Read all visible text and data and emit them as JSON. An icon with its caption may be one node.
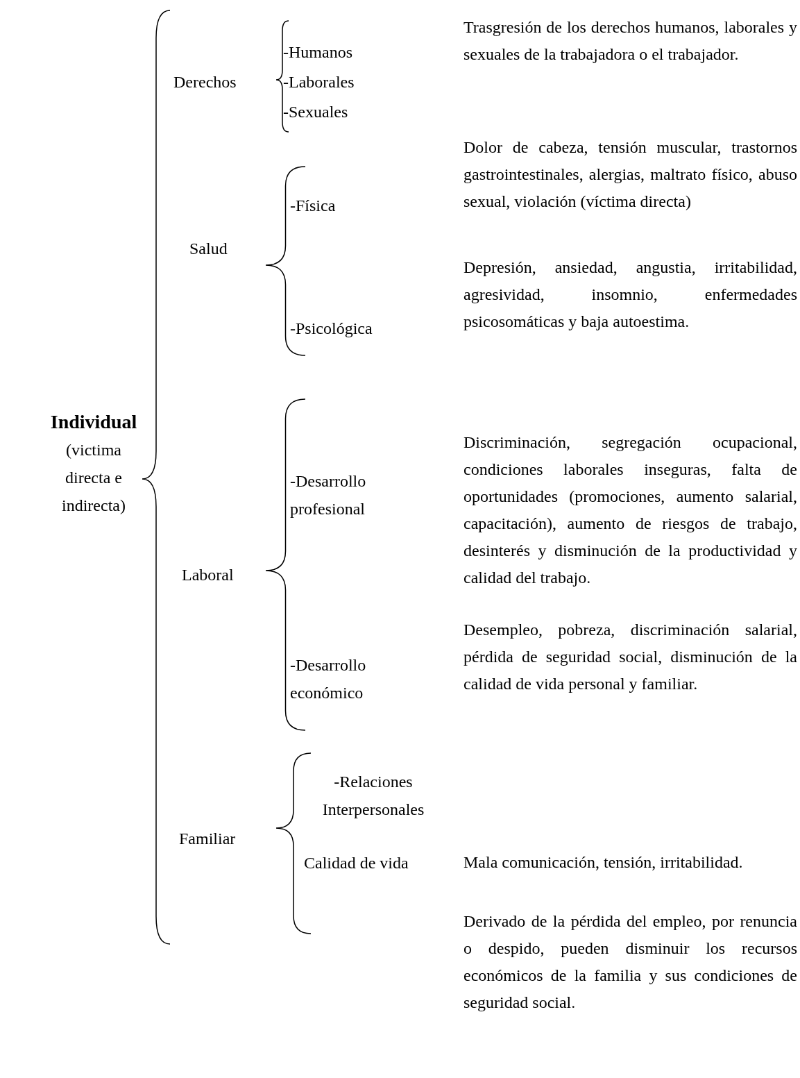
{
  "diagram": {
    "labels": [
      "Individual",
      "(victima directa e indirecta)",
      "Derechos",
      "-Humanos",
      "-Laborales",
      "-Sexuales",
      "Trasgresión de los derechos humanos, laborales y sexuales de la trabajadora o el trabajador.",
      "-Física",
      "Dolor de cabeza, tensión muscular, trastornos gastrointestinales, alergias, maltrato físico, abuso sexual, violación (víctima directa)",
      "Salud",
      "-Psicológica",
      "Depresión, ansiedad, angustia, irritabilidad, agresividad, insomnio, enfermedades psicosomáticas y baja autoestima.",
      "-Desarrollo profesional",
      "Discriminación, segregación ocupacional, condiciones laborales inseguras, falta de oportunidades (promociones, aumento salarial, capacitación), aumento de riesgos de trabajo, desinterés y disminución de la productividad y calidad del trabajo.",
      "Laboral",
      "-Desarrollo económico",
      "Desempleo, pobreza, discriminación salarial, pérdida de seguridad social, disminución de la calidad de vida personal y familiar.",
      "-Relaciones Interpersonales",
      "Familiar",
      "Calidad de vida",
      "Mala comunicación, tensión, irritabilidad.",
      "Derivado de la pérdida del empleo, por renuncia o despido, pueden disminuir los recursos económicos de la familia y sus condiciones de seguridad social."
    ]
  }
}
